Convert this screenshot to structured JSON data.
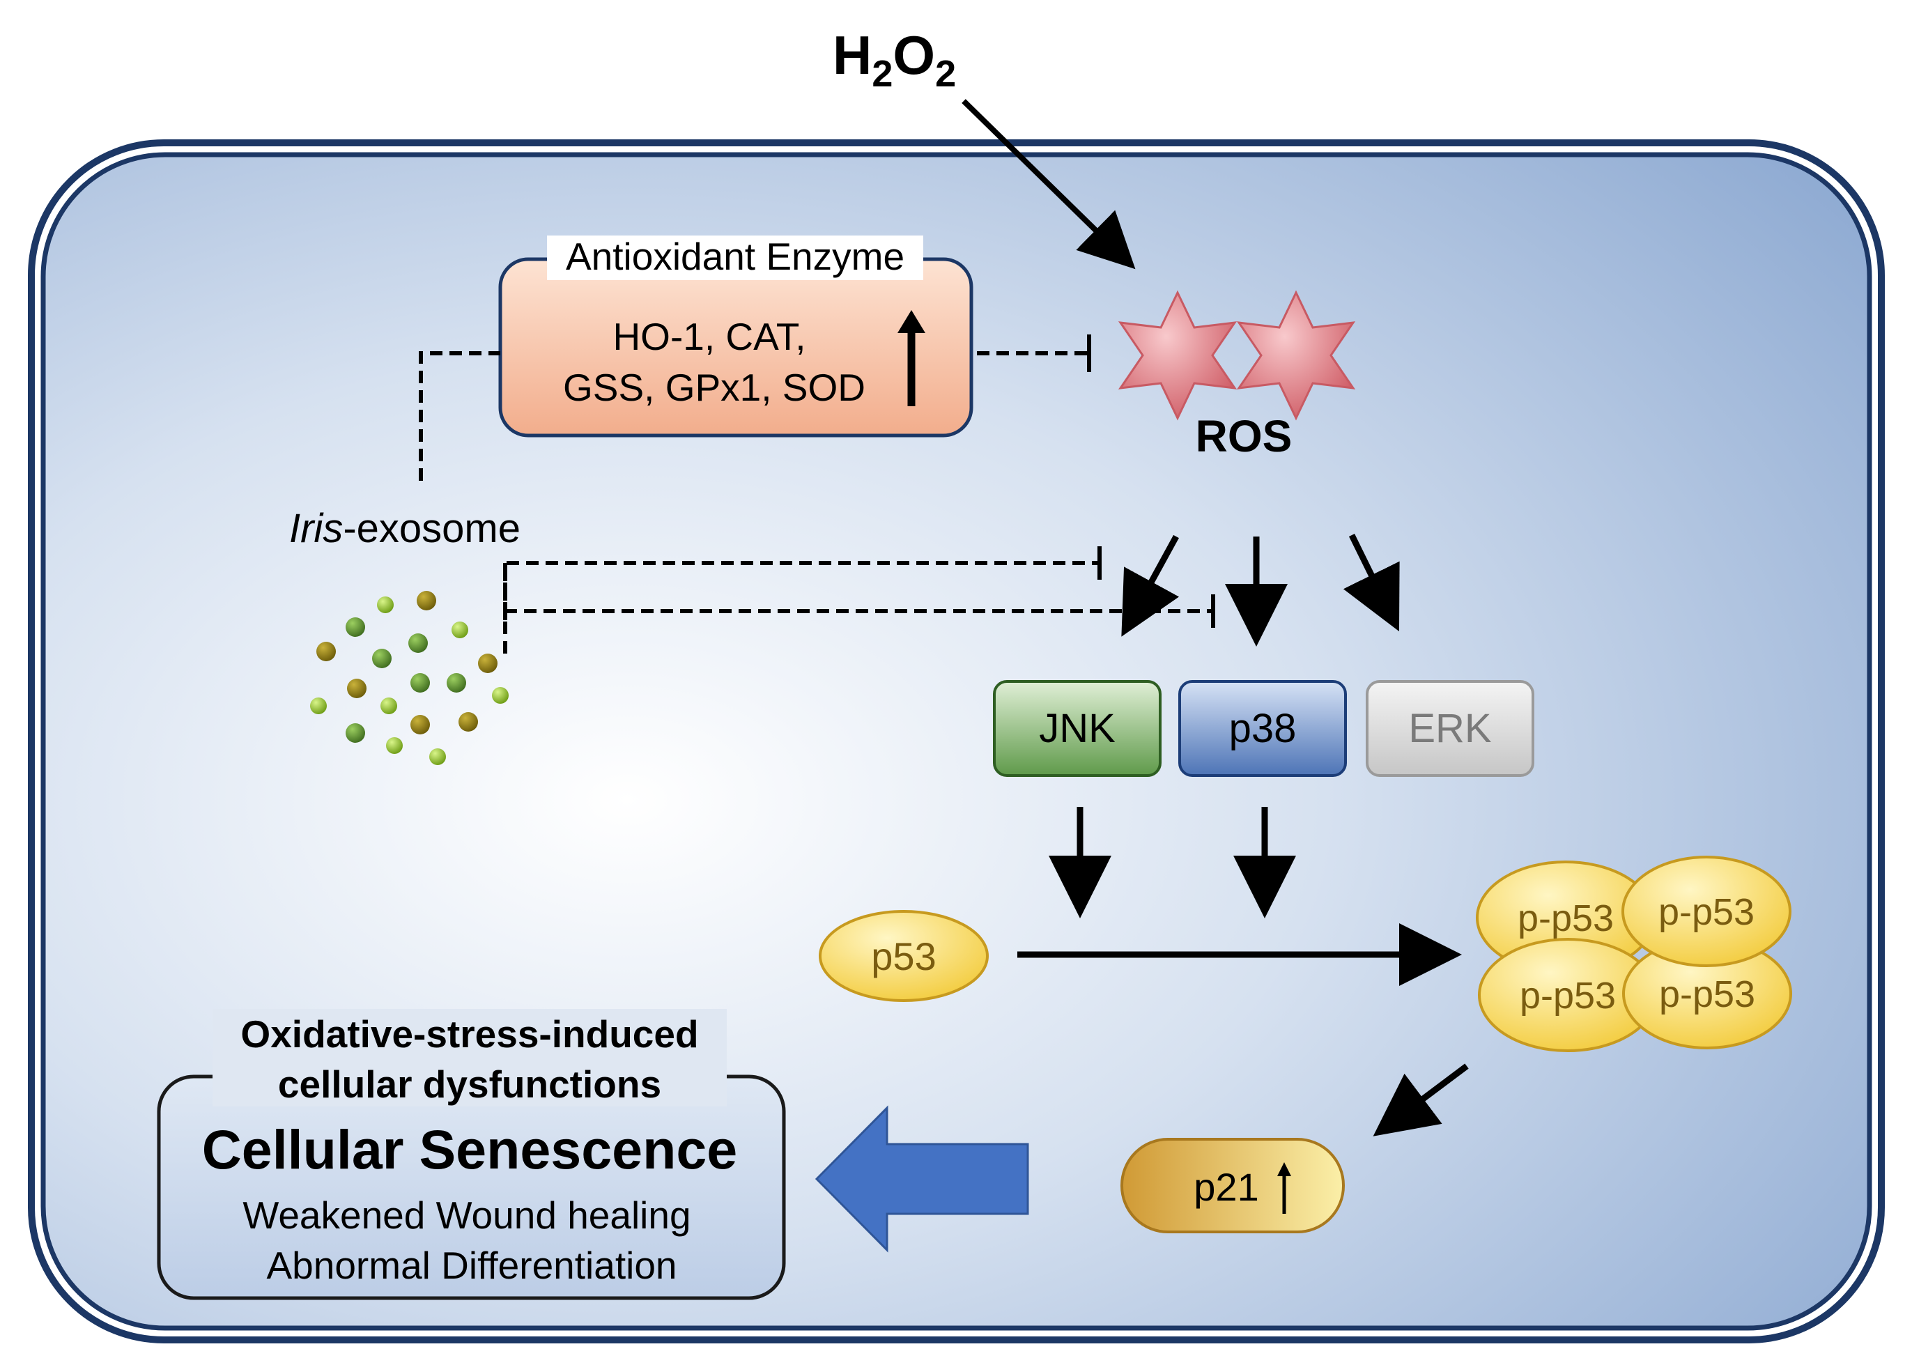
{
  "stimulus": {
    "main": "H",
    "sub1": "2",
    "mid": "O",
    "sub2": "2"
  },
  "antioxidant": {
    "title": "Antioxidant Enzyme",
    "line1": "HO-1, CAT,",
    "line2": "GSS, GPx1, SOD"
  },
  "ros": {
    "label": "ROS"
  },
  "exosome": {
    "italic": "Iris",
    "rest": "-exosome"
  },
  "kinases": {
    "jnk": "JNK",
    "p38": "p38",
    "erk": "ERK"
  },
  "p53": {
    "label": "p53",
    "phospho": [
      "p-p53",
      "p-p53",
      "p-p53",
      "p-p53"
    ]
  },
  "p21": {
    "label": "p21"
  },
  "outcome": {
    "header_line1": "Oxidative-stress-induced",
    "header_line2": "cellular dysfunctions",
    "title": "Cellular Senescence",
    "line1": "Weakened Wound healing",
    "line2": "Abnormal Differentiation"
  },
  "colors": {
    "cell_border": "#1c3765",
    "cell_fill_center": "#ffffff",
    "cell_fill_edge": "#92aed4",
    "antioxidant_fill": "#f3b596",
    "jnk_fill": "#5f9a4a",
    "p38_fill": "#5078b8",
    "erk_fill": "#d0d0d0",
    "p53_fill": "#f4d354",
    "p21_fill": "#d8a94a",
    "ros_fill": "#d9727a",
    "big_arrow": "#4472c4"
  }
}
